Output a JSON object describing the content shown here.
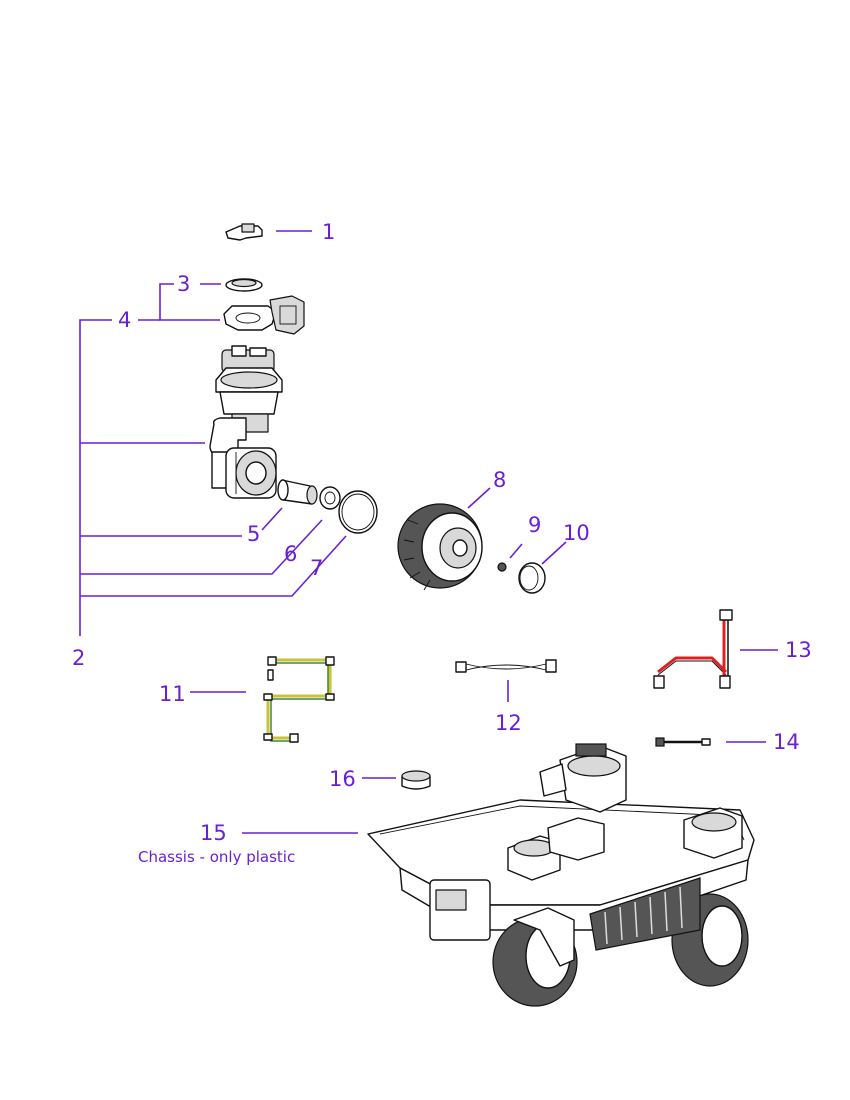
{
  "callouts": {
    "c1": "1",
    "c2": "2",
    "c3": "3",
    "c4": "4",
    "c5": "5",
    "c6": "6",
    "c7": "7",
    "c8": "8",
    "c9": "9",
    "c10": "10",
    "c11": "11",
    "c12": "12",
    "c13": "13",
    "c14": "14",
    "c15": "15",
    "c16": "16"
  },
  "notes": {
    "c15_caption": "Chassis - only plastic"
  },
  "colors": {
    "callout": "#6a1fd6",
    "wire_red": "#e02020",
    "wire_yellow": "#c9c23a",
    "wire_green": "#3f8a3a"
  }
}
